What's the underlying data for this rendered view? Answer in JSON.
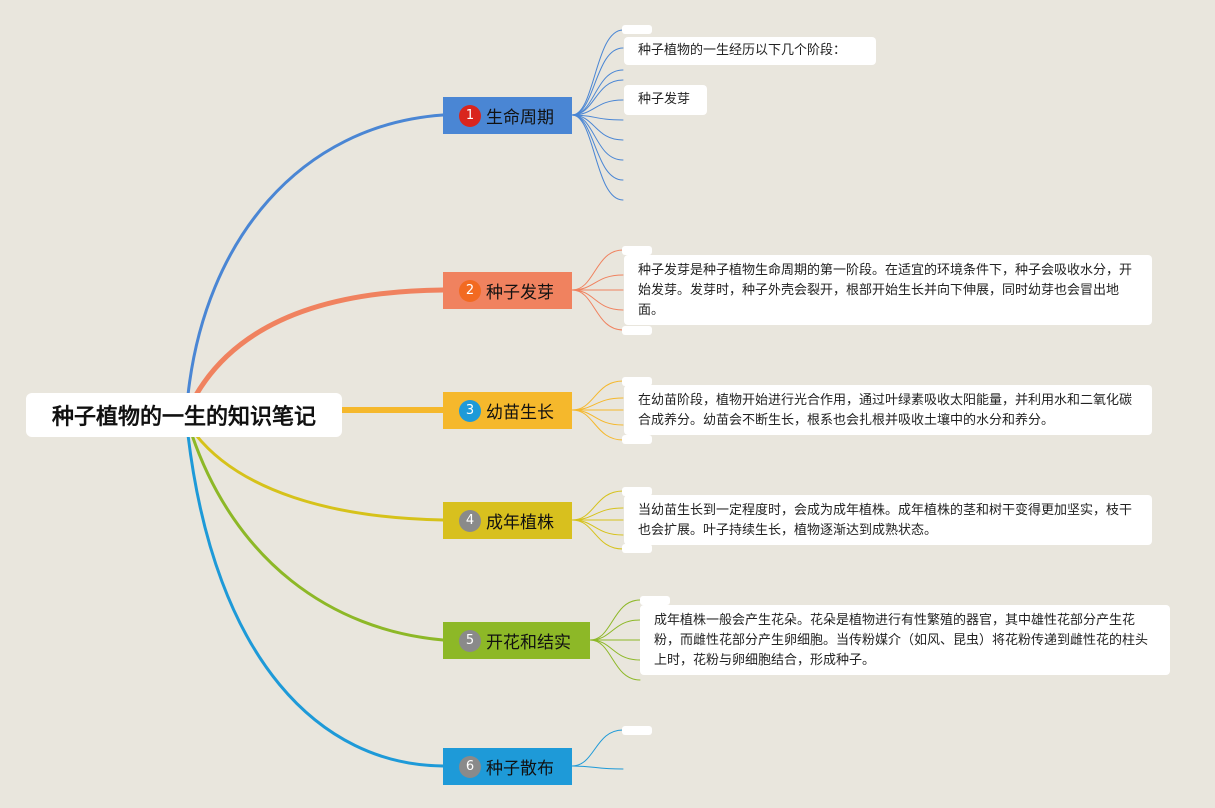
{
  "root": {
    "title": "种子植物的一生的知识笔记"
  },
  "branches": [
    {
      "num": "1",
      "label": "生命周期",
      "color": "#4a86d4",
      "num_color": "#d9251d",
      "line": "#4a86d4"
    },
    {
      "num": "2",
      "label": "种子发芽",
      "color": "#f0825f",
      "num_color": "#f26a21",
      "line": "#f0825f"
    },
    {
      "num": "3",
      "label": "幼苗生长",
      "color": "#f5b82c",
      "num_color": "#1e9ad8",
      "line": "#f5b82c"
    },
    {
      "num": "4",
      "label": "成年植株",
      "color": "#d8c01e",
      "num_color": "#8a8a8a",
      "line": "#d6c21a"
    },
    {
      "num": "5",
      "label": "开花和结实",
      "color": "#8db827",
      "num_color": "#8a8a8a",
      "line": "#8db827"
    },
    {
      "num": "6",
      "label": "种子散布",
      "color": "#1e9ad8",
      "num_color": "#8a8a8a",
      "line": "#1e9ad8"
    }
  ],
  "notes": {
    "lifecycle_intro": "种子植物的一生经历以下几个阶段：",
    "lifecycle_germination": "种子发芽",
    "germination": "种子发芽是种子植物生命周期的第一阶段。在适宜的环境条件下，种子会吸收水分，开始发芽。发芽时，种子外壳会裂开，根部开始生长并向下伸展，同时幼芽也会冒出地面。",
    "seedling": "在幼苗阶段，植物开始进行光合作用，通过叶绿素吸收太阳能量，并利用水和二氧化碳合成养分。幼苗会不断生长，根系也会扎根并吸收土壤中的水分和养分。",
    "mature": "当幼苗生长到一定程度时，会成为成年植株。成年植株的茎和树干变得更加坚实，枝干也会扩展。叶子持续生长，植物逐渐达到成熟状态。",
    "flowering": "成年植株一般会产生花朵。花朵是植物进行有性繁殖的器官，其中雄性花部分产生花粉，而雌性花部分产生卵细胞。当传粉媒介（如风、昆虫）将花粉传递到雌性花的柱头上时，花粉与卵细胞结合，形成种子。"
  }
}
